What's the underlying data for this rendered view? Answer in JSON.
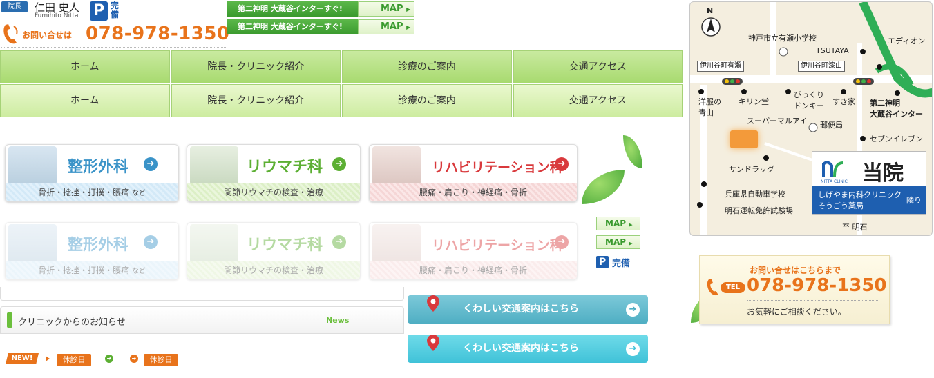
{
  "header": {
    "director_badge": "院長",
    "director_name": "仁田 史人",
    "director_roman": "Fumihito Nitta",
    "parking_letter": "P",
    "parking_text": "完備",
    "contact_label": "お問い合せは",
    "contact_number": "078-978-1350"
  },
  "map_banners": [
    {
      "text": "第二神明 大蔵谷インターすぐ!",
      "button": "MAP"
    },
    {
      "text": "第二神明 大蔵谷インターすぐ!",
      "button": "MAP"
    }
  ],
  "nav": {
    "items": [
      "ホーム",
      "院長・クリニック紹介",
      "診療のご案内",
      "交通アクセス"
    ]
  },
  "departments": [
    {
      "title": "整形外科",
      "desc": "骨折・捻挫・打撲・腰痛",
      "suffix": "など"
    },
    {
      "title": "リウマチ科",
      "desc": "関節リウマチの検査・治療",
      "suffix": ""
    },
    {
      "title": "リハビリテーション科",
      "desc": "腰痛・肩こり・神経痛・骨折",
      "suffix": ""
    }
  ],
  "side_links": {
    "map1": "MAP",
    "map2": "MAP",
    "parking_letter": "P",
    "parking_text": "完備"
  },
  "news": {
    "title": "クリニックからのお知らせ",
    "label_en": "News",
    "new_badge": "NEW!",
    "holiday1": "休診日",
    "holiday2": "休診日"
  },
  "access": {
    "button1": "くわしい交通案内はこちら",
    "button2": "くわしい交通案内はこちら"
  },
  "map": {
    "north": "N",
    "labels": {
      "school": "神戸市立有瀬小学校",
      "tsutaya": "TSUTAYA",
      "edion": "エディオン",
      "signal1": "伊川谷町有瀬",
      "signal2": "伊川谷町漆山",
      "yofuku1": "洋服の",
      "yofuku2": "青山",
      "kirin": "キリン堂",
      "bikkuri1": "びっくり",
      "bikkuri2": "ドンキー",
      "sukiya": "すき家",
      "interchange1": "第二神明",
      "interchange2": "大蔵谷インター",
      "supermarket": "スーパーマルアイ",
      "post": "郵便局",
      "seven": "セブンイレブン",
      "sundrug": "サンドラッグ",
      "driving_school": "兵庫県自動車学校",
      "license_center": "明石運転免許試験場",
      "to_akashi": "至 明石"
    },
    "clinic_card": {
      "logo_text": "NITTA CLINIC",
      "name": "当院",
      "neighbor1": "しげやま内科クリニック",
      "neighbor2": "そうごう薬局",
      "side": "隣り"
    },
    "road_green": "#2fae56"
  },
  "contact_box": {
    "heading": "お問い合せはこちらまで",
    "tel_badge": "TEL",
    "number": "078-978-1350",
    "sub": "お気軽にご相談ください。"
  },
  "colors": {
    "accent_orange": "#e8731b",
    "brand_blue": "#1e5fb0",
    "nav_green": "#a8da6f"
  }
}
